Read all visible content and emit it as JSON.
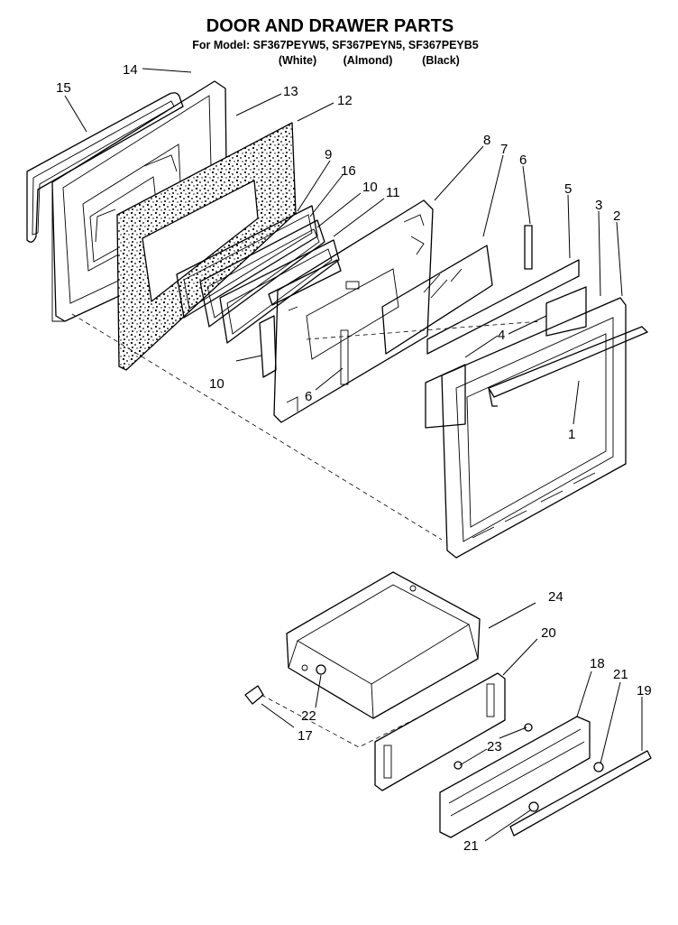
{
  "title": "DOOR AND DRAWER PARTS",
  "model_line": "For Model: SF367PEYW5, SF367PEYN5, SF367PEYB5",
  "colors": [
    "(White)",
    "(Almond)",
    "(Black)"
  ],
  "callouts": {
    "c1": "1",
    "c2": "2",
    "c3": "3",
    "c4": "4",
    "c5": "5",
    "c6a": "6",
    "c6b": "6",
    "c7": "7",
    "c8": "8",
    "c9": "9",
    "c10a": "10",
    "c10b": "10",
    "c11": "11",
    "c12": "12",
    "c13": "13",
    "c14": "14",
    "c15": "15",
    "c16": "16",
    "c17": "17",
    "c18": "18",
    "c19": "19",
    "c20": "20",
    "c21a": "21",
    "c21b": "21",
    "c22": "22",
    "c23": "23",
    "c24": "24"
  }
}
